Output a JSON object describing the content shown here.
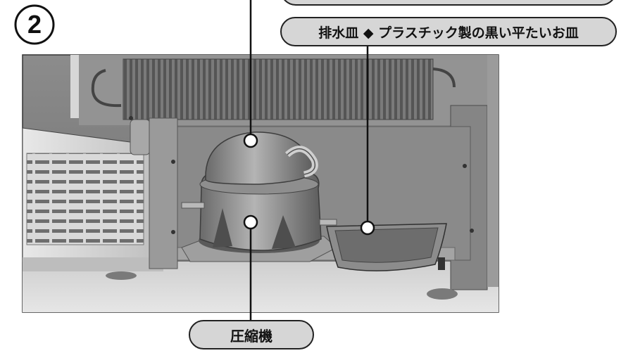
{
  "step": {
    "number": "2"
  },
  "labels": {
    "drain_pan": "排水皿 ◆ プラスチック製の黒い平たいお皿",
    "compressor": "圧縮機"
  },
  "colors": {
    "callout_fill": "#d6d6d6",
    "callout_border": "#222222",
    "leader_line": "#111111",
    "marker": "#ffffff",
    "photo_bg": "#7d7d7d"
  },
  "icons": [
    "step-number-circle",
    "leader-marker-dot"
  ]
}
